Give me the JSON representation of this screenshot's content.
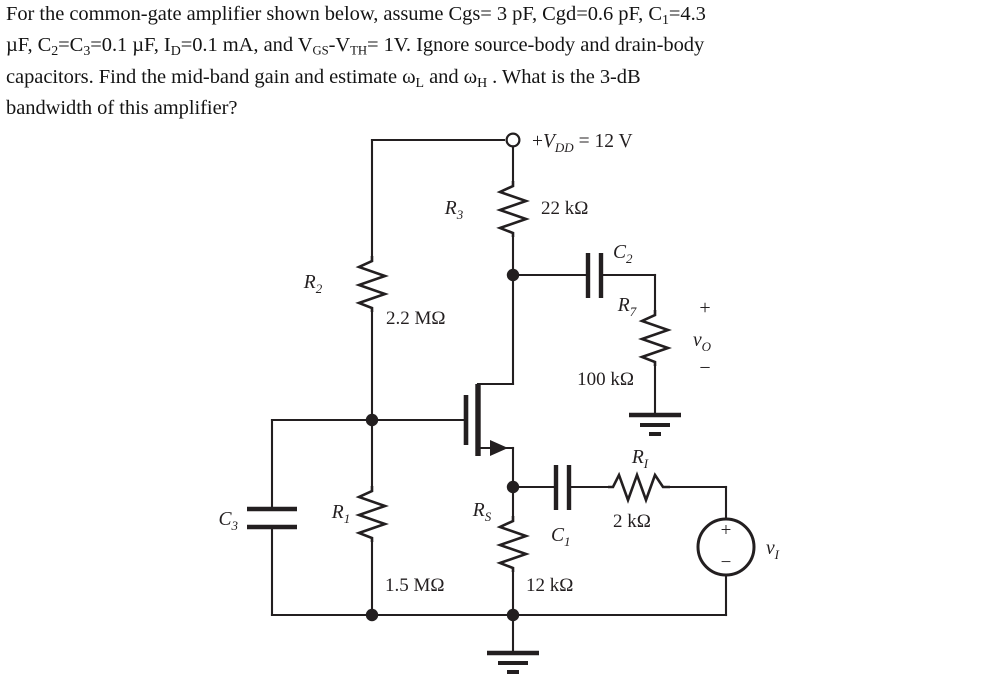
{
  "problem": {
    "line1_a": "For the common-gate amplifier shown below, assume Cgs=  3 pF, Cgd=0.6 pF, C",
    "line1_sub": "1",
    "line1_b": "=4.3",
    "line2_a": "µF, C",
    "line2_sub1": "2",
    "line2_b": "=C",
    "line2_sub2": "3",
    "line2_c": "=0.1 µF, I",
    "line2_sub3": "D",
    "line2_d": "=0.1 mA, and V",
    "line2_sub4": "GS",
    "line2_e": "-V",
    "line2_sub5": "TH",
    "line2_f": "= 1V. Ignore source-body and drain-body",
    "line3_a": "capacitors. Find the mid-band gain and estimate ω",
    "line3_sub1": "L",
    "line3_b": " and ω",
    "line3_sub2": "H",
    "line3_c": " . What is the 3-dB",
    "line4": "bandwidth of this amplifier?"
  },
  "circuit": {
    "title": "common-gate-amplifier-schematic",
    "supply": {
      "label_prefix": "+",
      "label_name": "V",
      "label_sub": "DD",
      "label_value": " = 12 V"
    },
    "components": {
      "r3": {
        "name": "R",
        "sub": "3",
        "value": "22 kΩ"
      },
      "r2": {
        "name": "R",
        "sub": "2",
        "value": "2.2 MΩ"
      },
      "r1": {
        "name": "R",
        "sub": "1",
        "value": "1.5 MΩ"
      },
      "rs": {
        "name": "R",
        "sub": "S",
        "value": "12 kΩ"
      },
      "r7": {
        "name": "R",
        "sub": "7",
        "value": "100 kΩ"
      },
      "ri": {
        "name": "R",
        "sub": "I",
        "value": "2 kΩ"
      },
      "c1": {
        "name": "C",
        "sub": "1",
        "value": ""
      },
      "c2": {
        "name": "C",
        "sub": "2",
        "value": ""
      },
      "c3": {
        "name": "C",
        "sub": "3",
        "value": ""
      }
    },
    "output": {
      "plus": "+",
      "name": "v",
      "sub": "O",
      "minus": "−"
    },
    "source": {
      "plus": "+",
      "minus": "−",
      "name": "v",
      "sub": "I"
    },
    "colors": {
      "ink": "#231f20",
      "background": "#ffffff"
    }
  }
}
